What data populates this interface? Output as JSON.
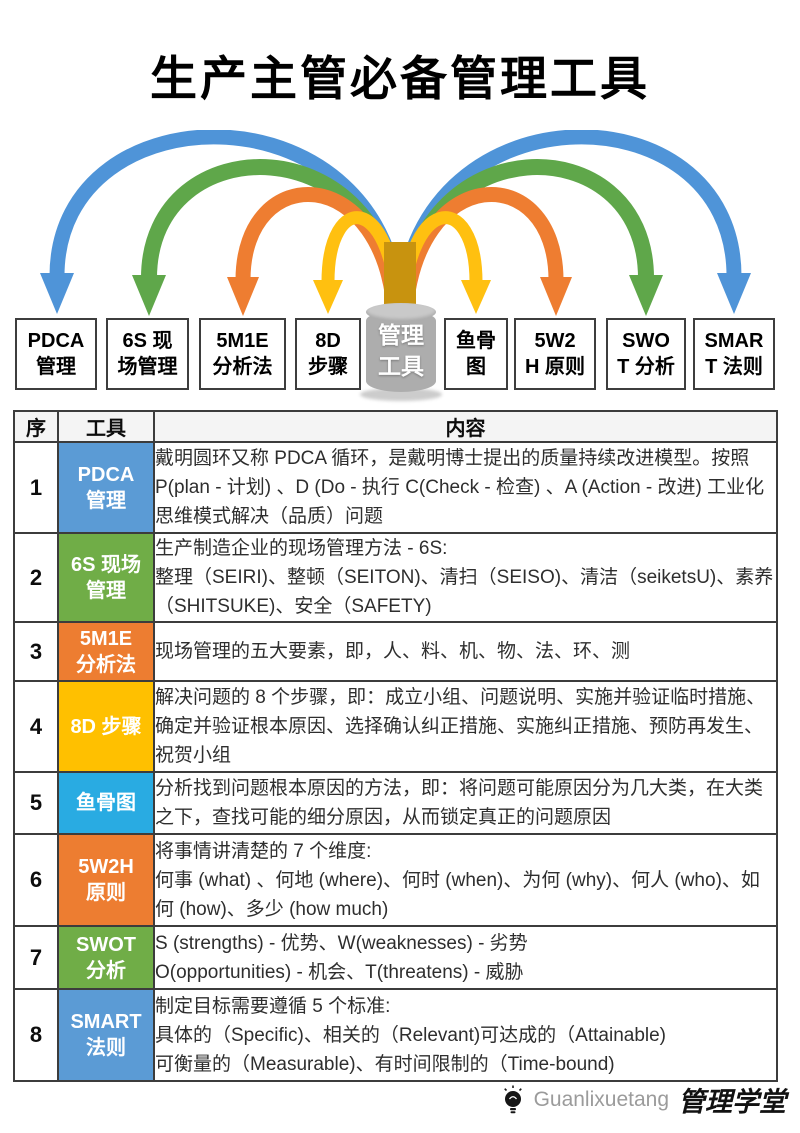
{
  "page": {
    "title": "生产主管必备管理工具"
  },
  "diagram": {
    "center_label": "管理\n工具",
    "boxes": [
      {
        "label": "PDCA\n管理"
      },
      {
        "label": "6S 现\n场管理"
      },
      {
        "label": "5M1E\n分析法"
      },
      {
        "label": "8D\n步骤"
      },
      {
        "label": "鱼骨\n图"
      },
      {
        "label": "5W2\nH 原则"
      },
      {
        "label": "SWO\nT 分析"
      },
      {
        "label": "SMAR\nT 法则"
      }
    ],
    "arrow_colors": {
      "blue": "#4F94D8",
      "green": "#5FA74A",
      "orange": "#EE7D31",
      "yellow": "#FFC010",
      "trunk": "#C8930F"
    }
  },
  "table": {
    "headers": {
      "index": "序",
      "tool": "工具",
      "content": "内容"
    },
    "rows": [
      {
        "index": "1",
        "tool": "PDCA\n管理",
        "color": "#5B9BD5",
        "content": "戴明圆环又称 PDCA 循环，是戴明博士提出的质量持续改进模型。按照 P(plan - 计划) 、D (Do - 执行 C(Check - 检查) 、A (Action - 改进) 工业化思维模式解决（品质）问题"
      },
      {
        "index": "2",
        "tool": "6S 现场\n管理",
        "color": "#70AD47",
        "content": "生产制造企业的现场管理方法 - 6S:\n整理（SEIRI)、整顿（SEITON)、清扫（SEISO)、清洁（seiketsU)、素养（SHITSUKE)、安全（SAFETY)"
      },
      {
        "index": "3",
        "tool": "5M1E\n分析法",
        "color": "#ED7D31",
        "content": "现场管理的五大要素，即，人、料、机、物、法、环、测"
      },
      {
        "index": "4",
        "tool": "8D 步骤",
        "color": "#FFC000",
        "content": "解决问题的 8 个步骤，即：成立小组、问题说明、实施并验证临时措施、确定并验证根本原因、选择确认纠正措施、实施纠正措施、预防再发生、祝贺小组"
      },
      {
        "index": "5",
        "tool": "鱼骨图",
        "color": "#29ABE2",
        "content": "分析找到问题根本原因的方法，即：将问题可能原因分为几大类，在大类之下，查找可能的细分原因，从而锁定真正的问题原因"
      },
      {
        "index": "6",
        "tool": "5W2H\n原则",
        "color": "#ED7D31",
        "content": "将事情讲清楚的 7 个维度:\n何事 (what) 、何地 (where)、何时 (when)、为何 (why)、何人 (who)、如何 (how)、多少 (how much)"
      },
      {
        "index": "7",
        "tool": "SWOT\n分析",
        "color": "#70AD47",
        "content": "S (strengths) - 优势、W(weaknesses) - 劣势\nO(opportunities) - 机会、T(threatens) - 威胁"
      },
      {
        "index": "8",
        "tool": "SMART\n法则",
        "color": "#5B9BD5",
        "content": "制定目标需要遵循 5 个标准:\n具体的（Specific)、相关的（Relevant)可达成的（Attainable)\n可衡量的（Measurable)、有时间限制的（Time-bound)"
      }
    ]
  },
  "footer": {
    "brand_en": "Guanlixuetang",
    "brand_cn": "管理学堂"
  }
}
